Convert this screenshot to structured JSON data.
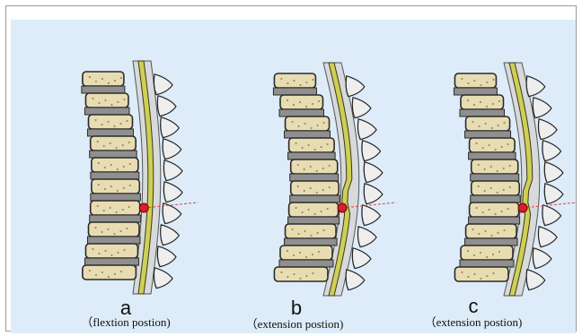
{
  "figure": {
    "colors": {
      "background": "#ddecf8",
      "vertebra_fill": "#e8dcb2",
      "disc_fill": "#8f8f8f",
      "cord_fill": "#cfcf55",
      "canal_fill": "#d7d9db",
      "marker": "#d61f2a",
      "reference_line": "#e04040"
    },
    "panels": [
      {
        "id": "a",
        "letter": "a",
        "caption": "（flextion postion)"
      },
      {
        "id": "b",
        "letter": "b",
        "caption": "（extension postion)"
      },
      {
        "id": "c",
        "letter": "c",
        "caption": "（extension postion)"
      }
    ]
  }
}
